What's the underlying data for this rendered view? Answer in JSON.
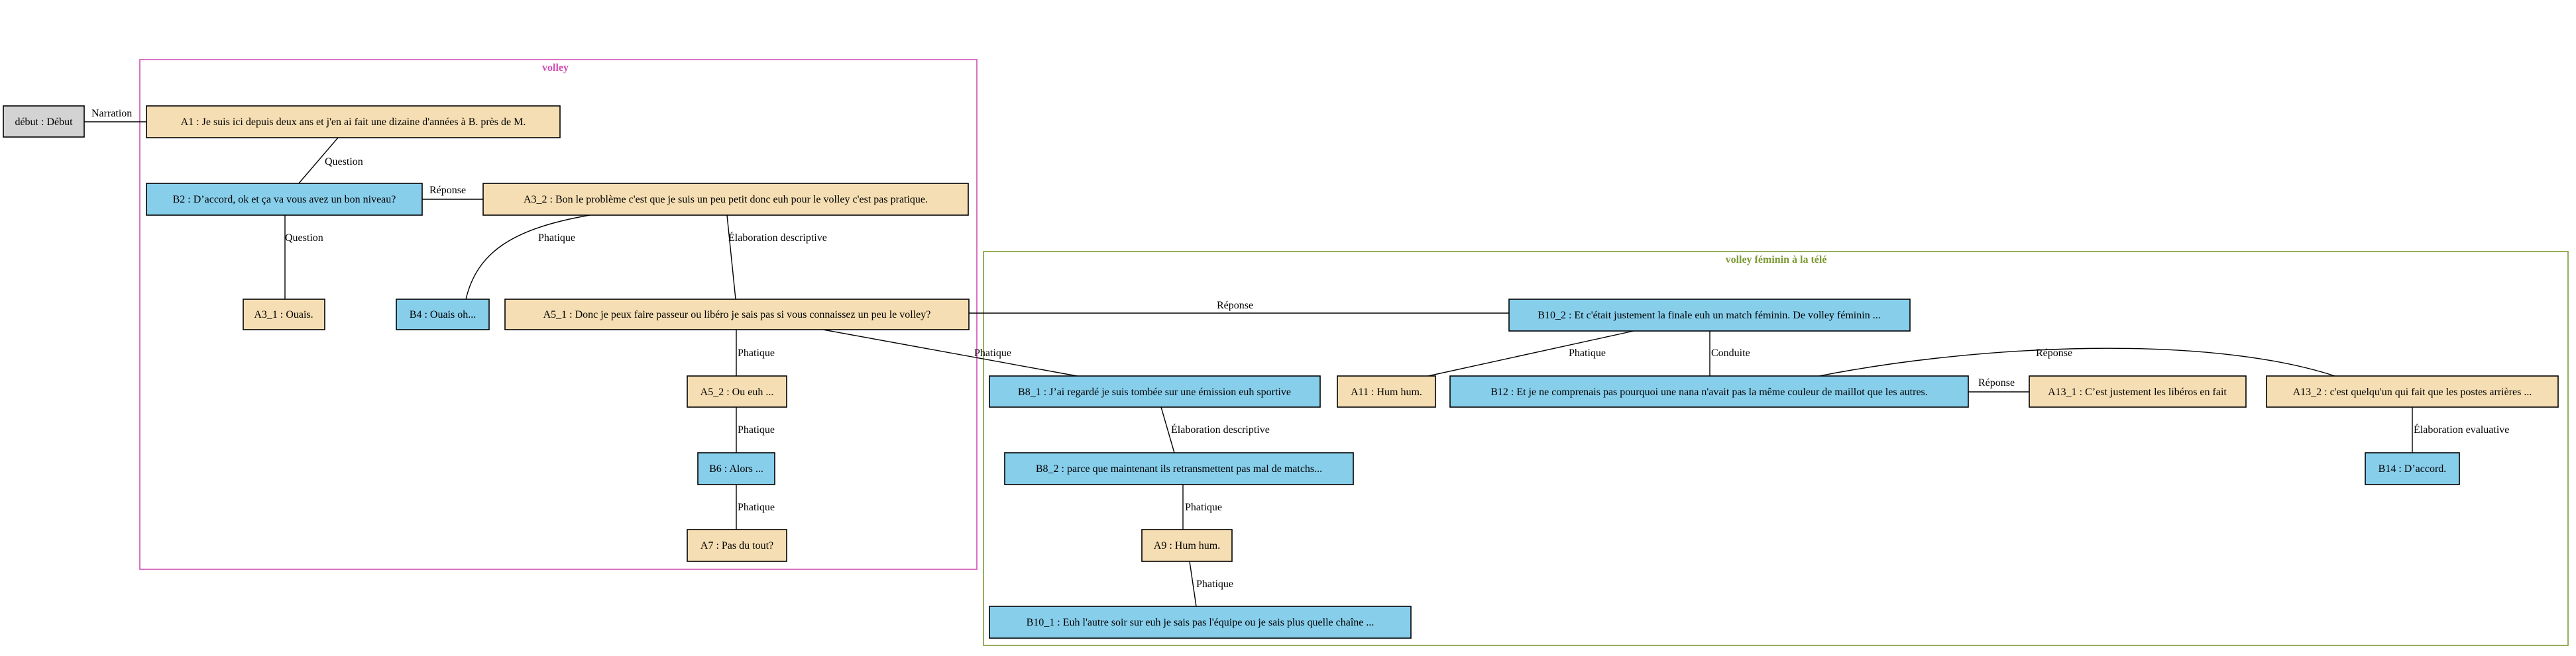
{
  "colors": {
    "speaker_A": "#f5deb3",
    "speaker_B": "#87ceeb",
    "start": "#d3d3d3",
    "cluster_volley": "#d24fb4",
    "cluster_volley_feminin": "#7c9a33"
  },
  "clusters": {
    "volley": {
      "title": "volley"
    },
    "volley_feminin": {
      "title": "volley féminin à la télé"
    }
  },
  "nodes": {
    "debut": "début : Début",
    "A1": "A1 : Je suis ici depuis deux ans et j'en ai fait une dizaine d'années à B. près de M.",
    "B2": "B2 : D’accord, ok et ça va vous avez un bon niveau?",
    "A3_2": "A3_2 : Bon le problème c'est que je suis un peu petit donc euh pour le volley c'est pas pratique.",
    "A3_1": "A3_1 : Ouais.",
    "B4": "B4 : Ouais oh...",
    "A5_1": "A5_1 : Donc je peux faire passeur ou libéro je sais pas si vous connaissez un peu le volley?",
    "A5_2": "A5_2 : Ou euh ...",
    "B6": "B6 : Alors ...",
    "A7": "A7 : Pas du tout?",
    "B10_2": "B10_2 : Et c'était justement la finale euh un match féminin. De volley féminin ...",
    "B8_1": "B8_1 : J’ai regardé je suis tombée sur une émission euh sportive",
    "A11": "A11 : Hum hum.",
    "B12": "B12 : Et je ne comprenais pas pourquoi une nana n'avait pas la même couleur de maillot que les autres.",
    "A13_1": "A13_1 : C’est justement les libéros en fait",
    "A13_2": "A13_2 : c'est quelqu'un qui fait que les postes arrières ...",
    "B8_2": "B8_2 : parce que maintenant ils retransmettent pas mal de matchs...",
    "B14": "B14 : D’accord.",
    "A9": "A9 : Hum hum.",
    "B10_1": "B10_1 : Euh l'autre soir sur euh je sais pas l'équipe ou je sais plus quelle chaîne ..."
  },
  "edges": {
    "narration": "Narration",
    "question_1": "Question",
    "reponse_1": "Réponse",
    "question_2": "Question",
    "phatique_1": "Phatique",
    "elaboration_descriptive_1": "Élaboration descriptive",
    "reponse_2": "Réponse",
    "phatique_2": "Phatique",
    "phatique_3": "Phatique",
    "phatique_4": "Phatique",
    "phatique_5": "Phatique",
    "conduite": "Conduite",
    "reponse_3": "Réponse",
    "reponse_4": "Réponse",
    "elaboration_evaluative": "Élaboration evaluative",
    "elaboration_descriptive_2": "Élaboration descriptive",
    "phatique_6": "Phatique",
    "phatique_7": "Phatique"
  }
}
